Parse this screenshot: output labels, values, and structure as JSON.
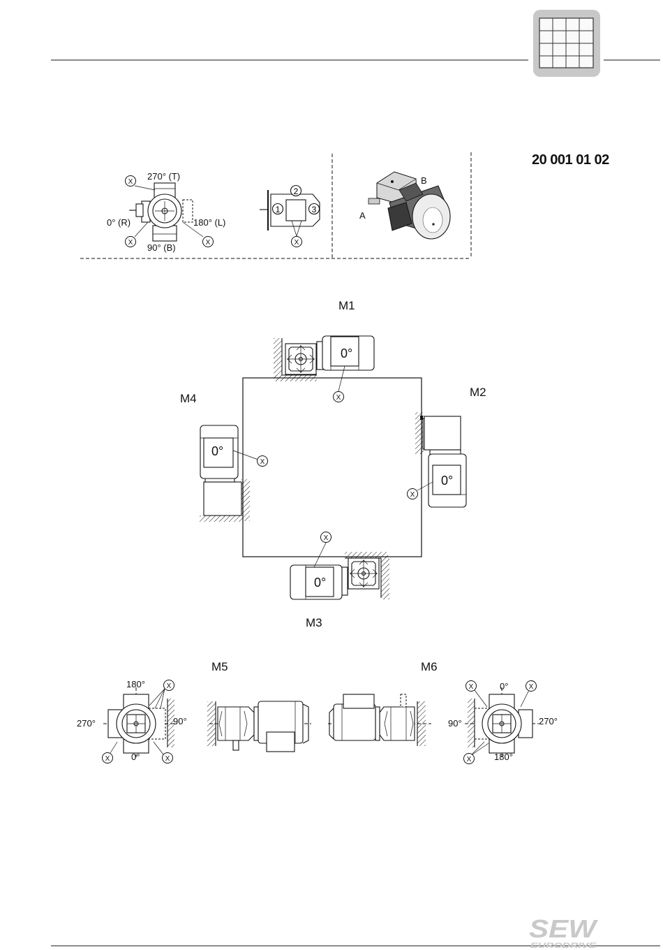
{
  "document_code": "20 001 01 02",
  "legend": {
    "angle_top": "270° (T)",
    "angle_left": "0° (R)",
    "angle_right": "180° (L)",
    "angle_bottom": "90° (B)",
    "marker": "X",
    "position_1": "1",
    "position_2": "2",
    "position_3": "3",
    "side_a": "A",
    "side_b": "B"
  },
  "mounting_positions": {
    "m1": "M1",
    "m2": "M2",
    "m3": "M3",
    "m4": "M4",
    "m5": "M5",
    "m6": "M6"
  },
  "motor_label": "0°",
  "m5_angles": {
    "top": "180°",
    "left": "270°",
    "right": "90°",
    "bottom": "0°"
  },
  "m6_angles": {
    "top": "0°",
    "left": "90°",
    "right": "270°",
    "bottom": "180°"
  },
  "logo": {
    "brand": "SEW",
    "sub": "EURODRIVE"
  }
}
